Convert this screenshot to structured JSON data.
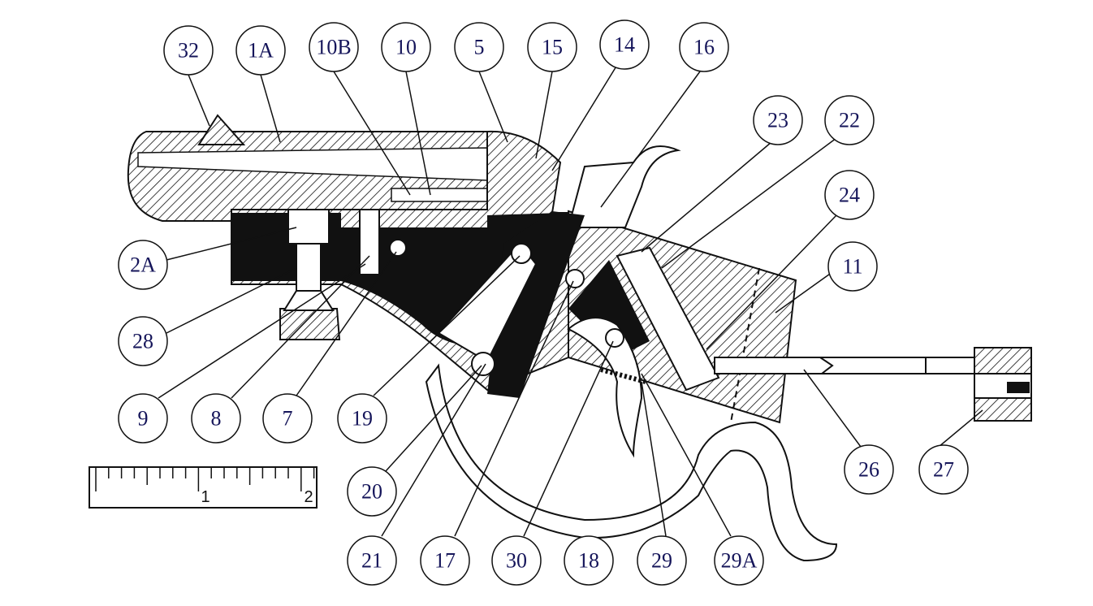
{
  "diagram": {
    "type": "exploded cross-section parts diagram",
    "callouts": [
      {
        "id": "32",
        "label": "32"
      },
      {
        "id": "1A",
        "label": "1A"
      },
      {
        "id": "10B",
        "label": "10B"
      },
      {
        "id": "10",
        "label": "10"
      },
      {
        "id": "5",
        "label": "5"
      },
      {
        "id": "15",
        "label": "15"
      },
      {
        "id": "14",
        "label": "14"
      },
      {
        "id": "16",
        "label": "16"
      },
      {
        "id": "23",
        "label": "23"
      },
      {
        "id": "22",
        "label": "22"
      },
      {
        "id": "24",
        "label": "24"
      },
      {
        "id": "11",
        "label": "11"
      },
      {
        "id": "2A",
        "label": "2A"
      },
      {
        "id": "28",
        "label": "28"
      },
      {
        "id": "9",
        "label": "9"
      },
      {
        "id": "8",
        "label": "8"
      },
      {
        "id": "7",
        "label": "7"
      },
      {
        "id": "19",
        "label": "19"
      },
      {
        "id": "20",
        "label": "20"
      },
      {
        "id": "21",
        "label": "21"
      },
      {
        "id": "17",
        "label": "17"
      },
      {
        "id": "30",
        "label": "30"
      },
      {
        "id": "18",
        "label": "18"
      },
      {
        "id": "29",
        "label": "29"
      },
      {
        "id": "29A",
        "label": "29A"
      },
      {
        "id": "26",
        "label": "26"
      },
      {
        "id": "27",
        "label": "27"
      }
    ],
    "ruler": {
      "labels": [
        "1",
        "2"
      ]
    },
    "colors": {
      "callout_text": "#15155a",
      "ink": "#111111"
    }
  }
}
